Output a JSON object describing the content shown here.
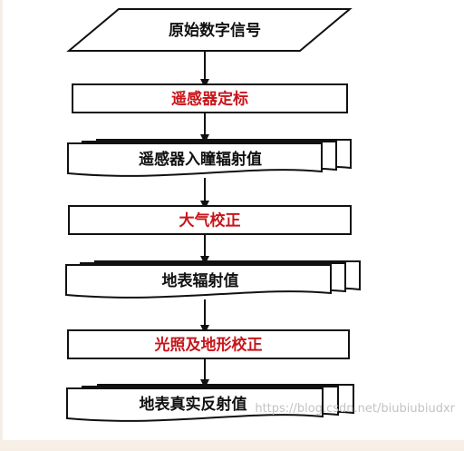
{
  "diagram": {
    "colors": {
      "stroke": "#111111",
      "text_black": "#111111",
      "text_red": "#c8151b",
      "fill": "#ffffff"
    },
    "nodes": [
      {
        "id": "input",
        "label": "原始数字信号",
        "shape": "parallelogram",
        "color": "black"
      },
      {
        "id": "step1",
        "label": "遥感器定标",
        "shape": "process",
        "color": "red"
      },
      {
        "id": "out1",
        "label": "遥感器入瞳辐射值",
        "shape": "multi-document",
        "color": "black"
      },
      {
        "id": "step2",
        "label": "大气校正",
        "shape": "process",
        "color": "red"
      },
      {
        "id": "out2",
        "label": "地表辐射值",
        "shape": "multi-document",
        "color": "black"
      },
      {
        "id": "step3",
        "label": "光照及地形校正",
        "shape": "process",
        "color": "red"
      },
      {
        "id": "out3",
        "label": "地表真实反射值",
        "shape": "multi-document",
        "color": "black"
      }
    ],
    "edges": [
      {
        "from": "input",
        "to": "step1"
      },
      {
        "from": "step1",
        "to": "out1"
      },
      {
        "from": "out1",
        "to": "step2"
      },
      {
        "from": "step2",
        "to": "out2"
      },
      {
        "from": "out2",
        "to": "step3"
      },
      {
        "from": "step3",
        "to": "out3"
      }
    ]
  },
  "watermark": "https://blog.csdn.net/biubiubiudxr"
}
